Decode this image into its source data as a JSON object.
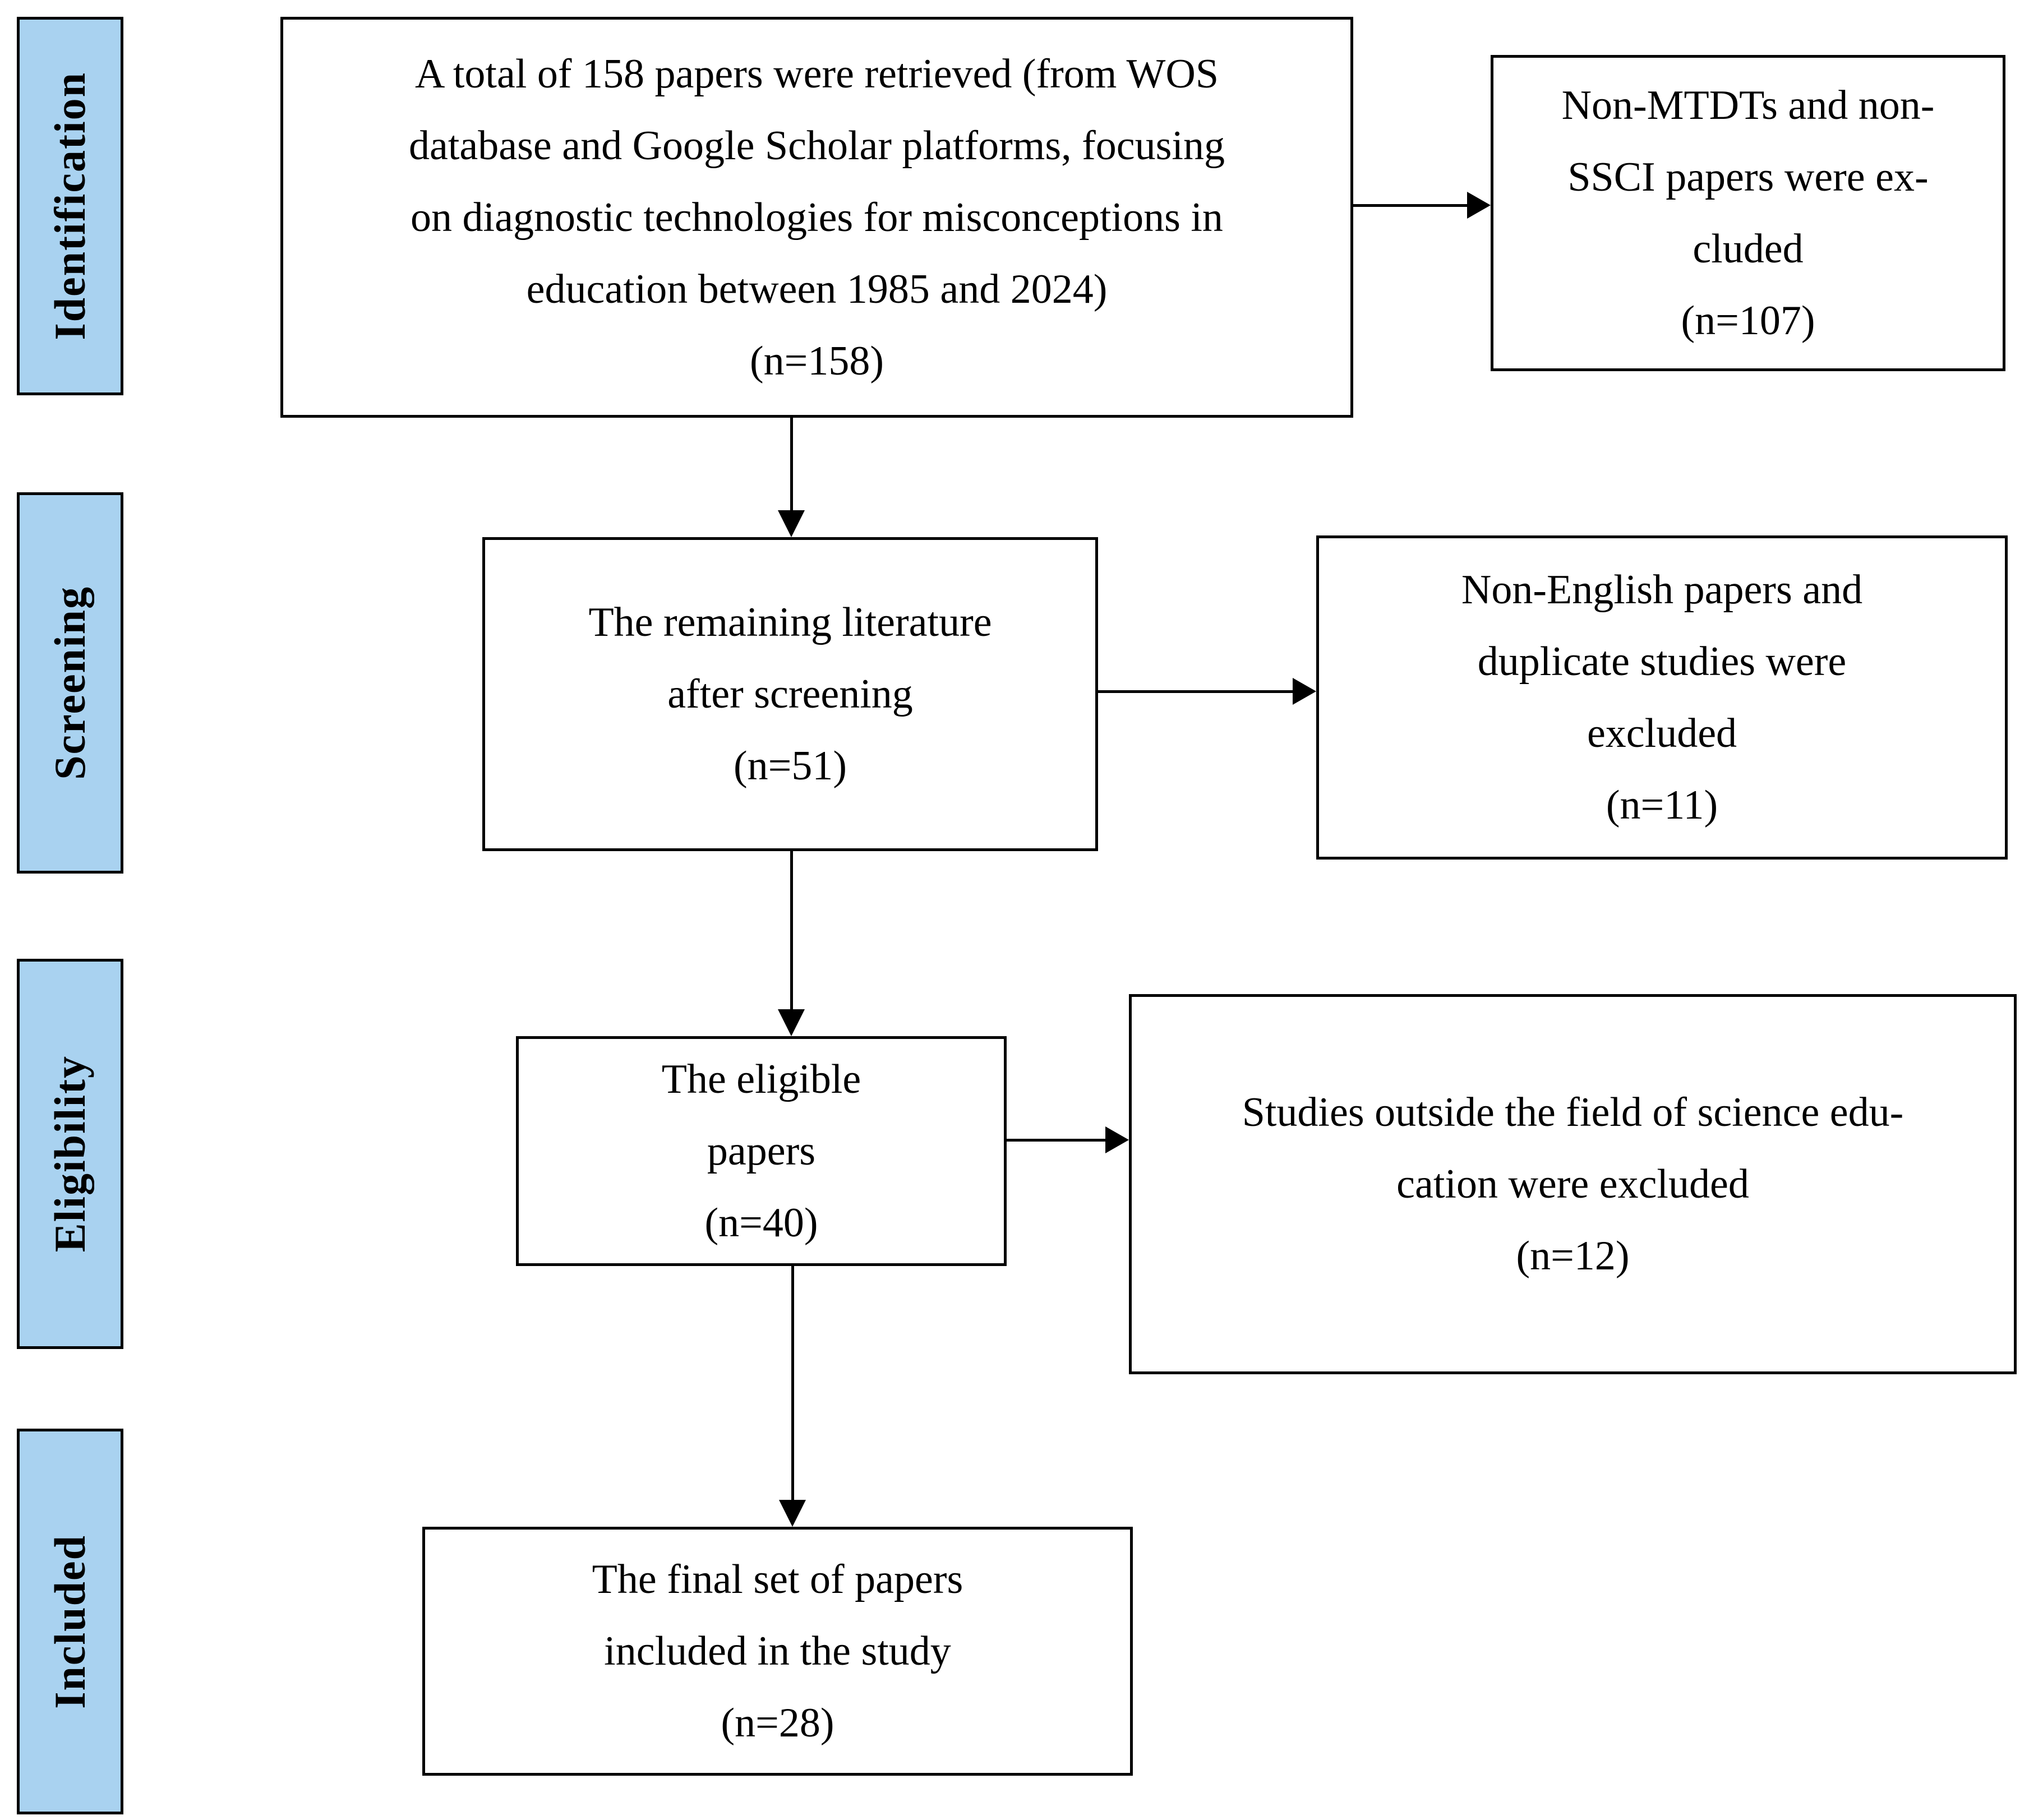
{
  "diagram": {
    "background": "#ffffff",
    "stage_fill": "#a9d2f0",
    "border_color": "#000000",
    "text_color": "#000000",
    "stages": [
      {
        "label": "Identification"
      },
      {
        "label": "Screening"
      },
      {
        "label": "Eligibility"
      },
      {
        "label": "Included"
      }
    ],
    "flow_boxes": [
      {
        "name": "records-retrieved",
        "text": "A total of 158 papers were retrieved (from WOS\ndatabase and Google Scholar platforms, focusing\non diagnostic technologies for misconceptions in\neducation between 1985 and 2024)\n(n=158)"
      },
      {
        "name": "after-screening",
        "text": "The remaining literature\nafter screening\n(n=51)"
      },
      {
        "name": "eligible-papers",
        "text": "The eligible\npapers\n(n=40)"
      },
      {
        "name": "final-included",
        "text": "The final set of papers\nincluded in the study\n(n=28)"
      }
    ],
    "exclusion_boxes": [
      {
        "name": "excluded-identification",
        "text": "Non-MTDTs and non-\nSSCI papers were ex-\ncluded\n(n=107)"
      },
      {
        "name": "excluded-screening",
        "text": "Non-English papers and\nduplicate studies were\nexcluded\n(n=11)"
      },
      {
        "name": "excluded-eligibility",
        "text": "Studies outside the field of science edu-\ncation were excluded\n(n=12)"
      }
    ]
  }
}
